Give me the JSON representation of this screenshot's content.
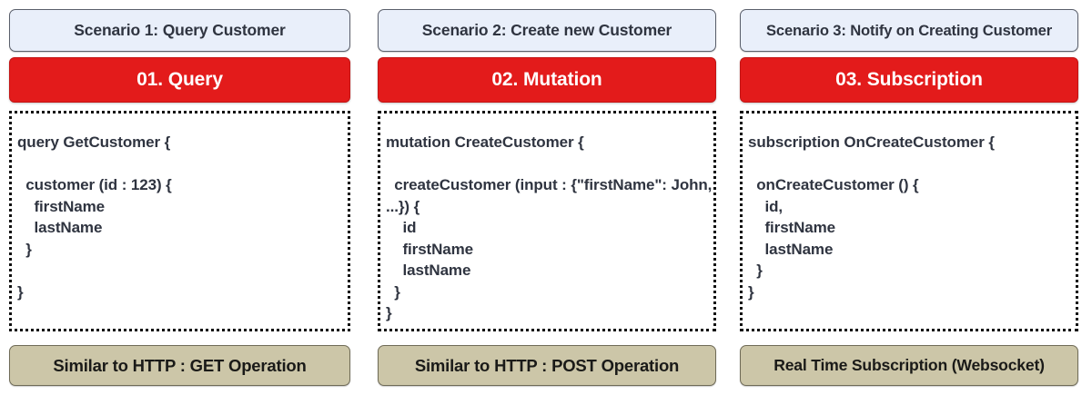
{
  "diagram": {
    "title_visible": false,
    "colors": {
      "operation_bar": "#E31B1B",
      "scenario_box": "#E9EFFA",
      "note_box": "#CCC6A8",
      "code_text": "#2F3440",
      "operation_text": "#FFFFFF"
    },
    "columns": [
      {
        "scenario": "Scenario 1: Query Customer",
        "operation": "01. Query",
        "code": "query GetCustomer {\n\n  customer (id : 123) {\n    firstName\n    lastName\n  }\n\n}",
        "note": "Similar to HTTP : GET Operation"
      },
      {
        "scenario": "Scenario 2: Create new Customer",
        "operation": "02. Mutation",
        "code": "mutation CreateCustomer {\n\n  createCustomer (input : {\"firstName\": John, ...}) {\n    id\n    firstName\n    lastName\n  }\n}",
        "note": "Similar to HTTP : POST Operation"
      },
      {
        "scenario": "Scenario 3: Notify on Creating Customer",
        "operation": "03. Subscription",
        "code": "subscription OnCreateCustomer {\n\n  onCreateCustomer () {\n    id,\n    firstName\n    lastName\n  }\n}",
        "note": "Real Time Subscription (Websocket)"
      }
    ]
  }
}
